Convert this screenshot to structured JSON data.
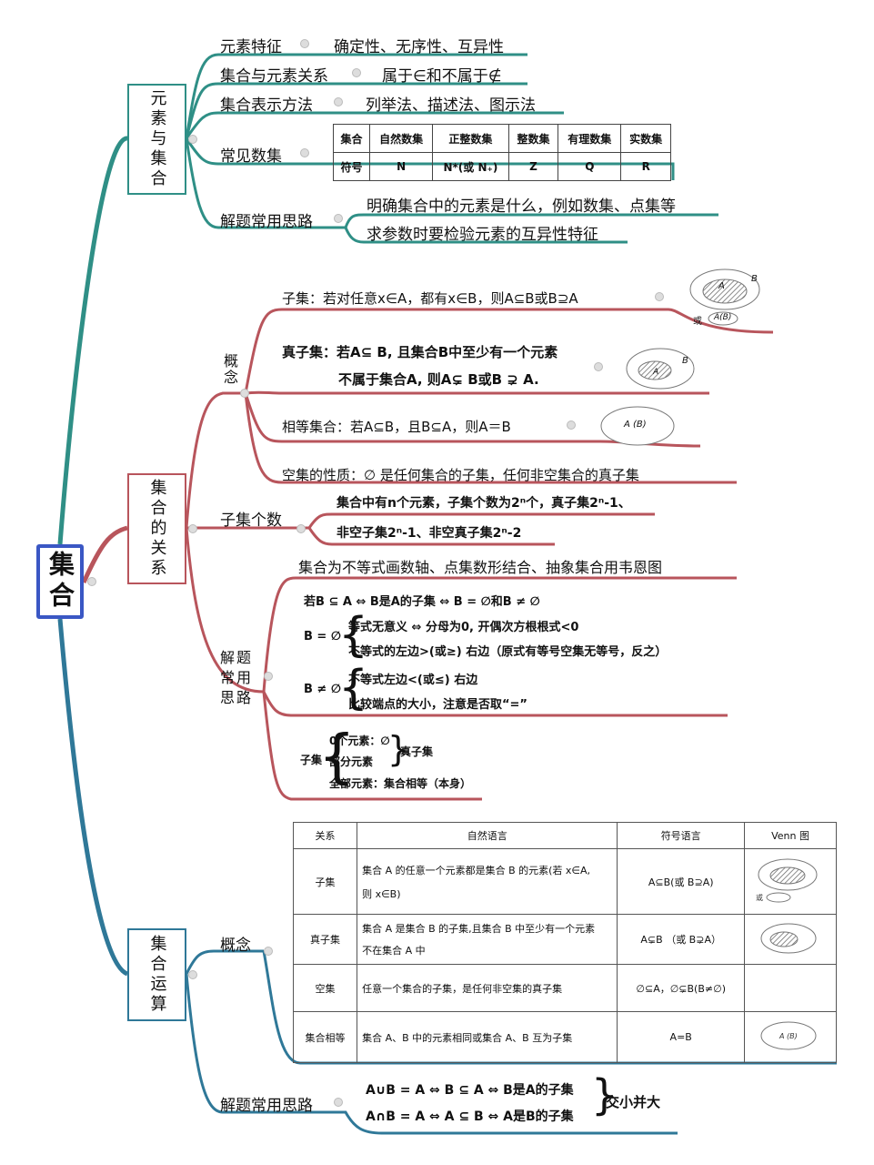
{
  "root": "集合",
  "colors": {
    "teal": "#2f8f86",
    "red": "#b8555c",
    "blue": "#2f7898",
    "root_border": "#3a57c4"
  },
  "sec1": {
    "title": "元素与集合",
    "items": [
      {
        "label": "元素特征",
        "value": "确定性、无序性、互异性"
      },
      {
        "label": "集合与元素关系",
        "value": "属于∈和不属于∉"
      },
      {
        "label": "集合表示方法",
        "value": "列举法、描述法、图示法"
      },
      {
        "label": "常见数集"
      },
      {
        "label": "解题常用思路",
        "values": [
          "明确集合中的元素是什么，例如数集、点集等",
          "求参数时要检验元素的互异性特征"
        ]
      }
    ],
    "numsets": {
      "header": [
        "集合",
        "自然数集",
        "正整数集",
        "整数集",
        "有理数集",
        "实数集"
      ],
      "row": [
        "符号",
        "N",
        "N*(或 N₊)",
        "Z",
        "Q",
        "R"
      ]
    }
  },
  "sec2": {
    "title": "集合的关系",
    "concept_label": "概念",
    "subset": "子集：若对任意x∈A，都有x∈B，则A⊆B或B⊇A",
    "proper_subset_1": "真子集：若A⊆ B, 且集合B中至少有一个元素",
    "proper_subset_2": "不属于集合A, 则A⊊ B或B ⊋ A.",
    "equal": "相等集合：若A⊆B，且B⊆A，则A＝B",
    "empty": "空集的性质：∅ 是任何集合的子集，任何非空集合的真子集",
    "count_label": "子集个数",
    "count_1": "集合中有n个元素，子集个数为2ⁿ个，真子集2ⁿ-1、",
    "count_2": "非空子集2ⁿ-1、非空真子集2ⁿ-2",
    "method_label": "解题常用思路",
    "method_0": "集合为不等式画数轴、点集数形结合、抽象集合用韦恩图",
    "method_1": "若B ⊆ A ⇔ B是A的子集 ⇔ B = ∅和B ≠ ∅",
    "b_empty": "B = ∅",
    "b_empty_1": "等式无意义 ⇔ 分母为0, 开偶次方根根式<0",
    "b_empty_2": "不等式的左边>(或≥) 右边（原式有等号空集无等号，反之）",
    "b_nonempty": "B ≠ ∅",
    "b_nonempty_1": "不等式左边<(或≤) 右边",
    "b_nonempty_2": "比较端点的大小，注意是否取“=”",
    "sub_label": "子集",
    "sub_1": "0个元素：∅",
    "sub_2": "部分元素",
    "sub_3": "全部元素：集合相等（本身）",
    "sub_proper": "真子集",
    "venn_or": "或",
    "venn_A": "A",
    "venn_B": "B",
    "venn_AB": "A(B)",
    "venn_AB2": "A (B)"
  },
  "sec3": {
    "title": "集合运算",
    "concept_label": "概念",
    "table": {
      "header": [
        "关系",
        "自然语言",
        "符号语言",
        "Venn 图"
      ],
      "rows": [
        {
          "rel": "子集",
          "nat1": "集合 A 的任意一个元素都是集合 B 的元素(若 x∈A,",
          "nat2": "则 x∈B)",
          "sym": "A⊆B(或 B⊇A)"
        },
        {
          "rel": "真子集",
          "nat1": "集合 A 是集合 B 的子集,且集合 B 中至少有一个元素",
          "nat2": "不在集合 A 中",
          "sym": "A⊊B （或 B⊋A）"
        },
        {
          "rel": "空集",
          "nat1": "任意一个集合的子集，是任何非空集的真子集",
          "nat2": "",
          "sym": "∅⊆A，∅⊊B(B≠∅)"
        },
        {
          "rel": "集合相等",
          "nat1": "集合 A、B 中的元素相同或集合 A、B 互为子集",
          "nat2": "",
          "sym": "A=B"
        }
      ]
    },
    "method_label": "解题常用思路",
    "union": "A∪B = A ⇔ B ⊆ A ⇔ B是A的子集",
    "inter": "A∩B = A ⇔ A ⊆ B ⇔ A是B的子集",
    "summary": "交小并大"
  }
}
